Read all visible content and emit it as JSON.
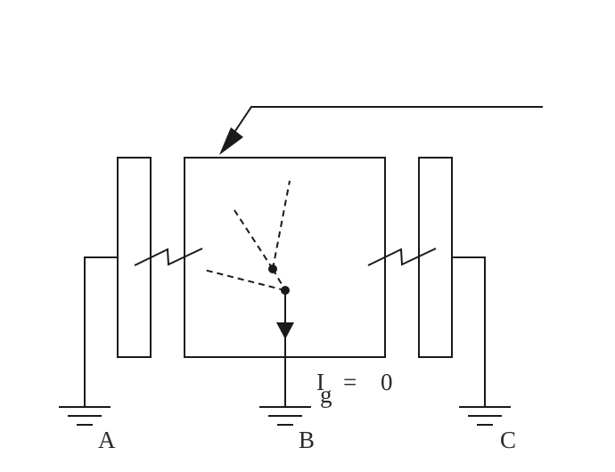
{
  "labels": {
    "left_ground": "A",
    "center_ground": "B",
    "right_ground": "C"
  },
  "equation": {
    "symbol": "I",
    "subscript": "g",
    "operator": "=",
    "value": "0"
  }
}
